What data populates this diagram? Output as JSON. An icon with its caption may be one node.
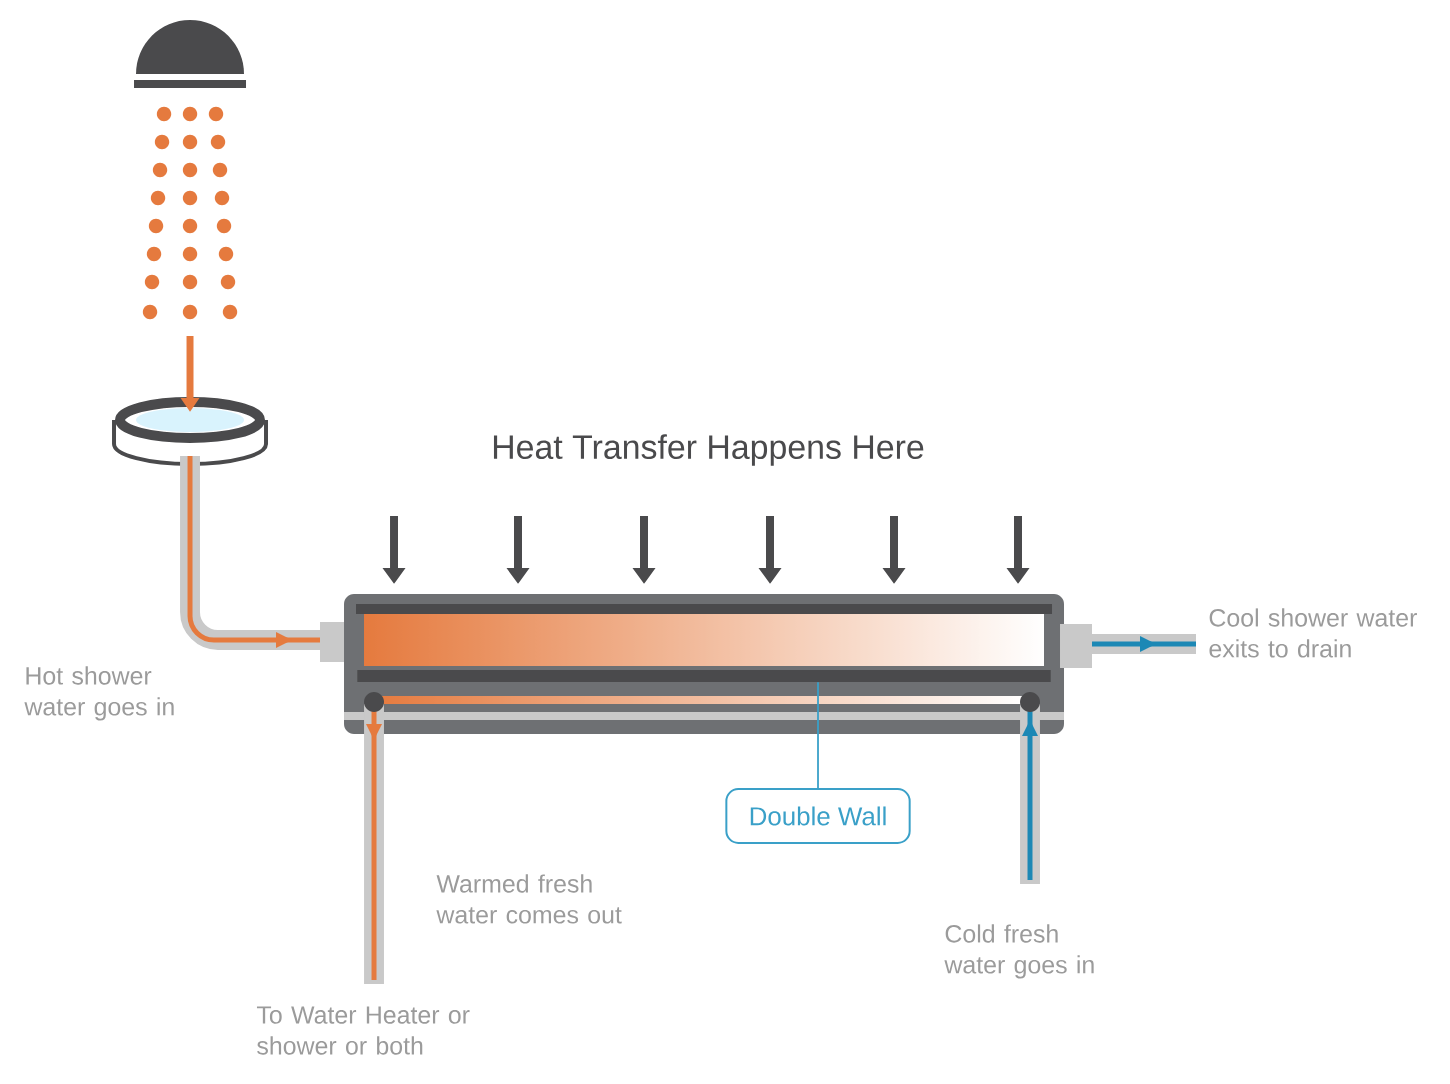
{
  "diagram": {
    "title": "Heat Transfer Happens Here",
    "nodes": [
      {
        "text": [
          "Double Wall"
        ]
      },
      {
        "text": [],
        "shape": "bar"
      }
    ],
    "edges": [
      {
        "from": 0,
        "to": 1,
        "arrow": "none"
      }
    ],
    "labels": [
      "Hot shower water goes in",
      "Cool shower water exits to drain",
      "Warmed fresh water comes out",
      "Cold fresh water goes in",
      "To Water Heater or shower or both"
    ]
  }
}
